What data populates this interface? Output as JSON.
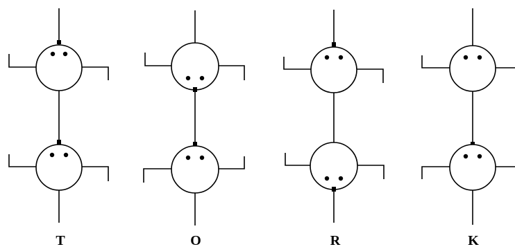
{
  "diagram": {
    "labels": [
      "T",
      "O",
      "R",
      "K"
    ]
  }
}
